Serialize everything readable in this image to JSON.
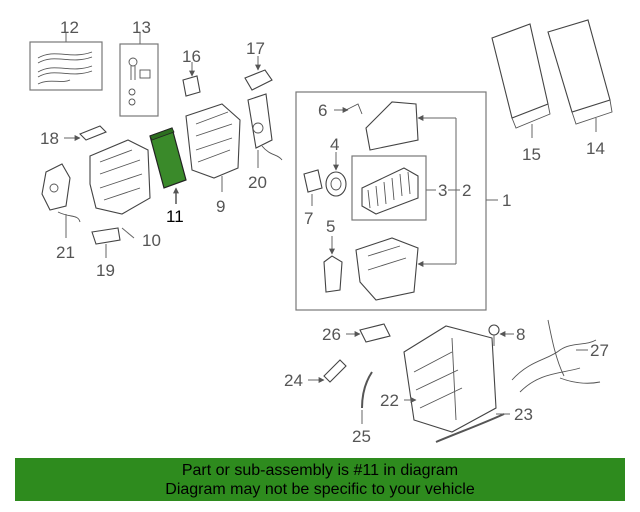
{
  "callouts": [
    "1",
    "2",
    "3",
    "4",
    "5",
    "6",
    "7",
    "8",
    "9",
    "10",
    "11",
    "12",
    "13",
    "14",
    "15",
    "16",
    "17",
    "18",
    "19",
    "20",
    "21",
    "22",
    "23",
    "24",
    "25",
    "26",
    "27"
  ],
  "highlight": {
    "part": "11",
    "color": "#2e8b1e",
    "fill_color": "#3a8a2a"
  },
  "banner": {
    "line1": "Part or sub-assembly is #11 in diagram",
    "line2": "Diagram may not be specific to your vehicle",
    "background": "#2e8b1e"
  }
}
